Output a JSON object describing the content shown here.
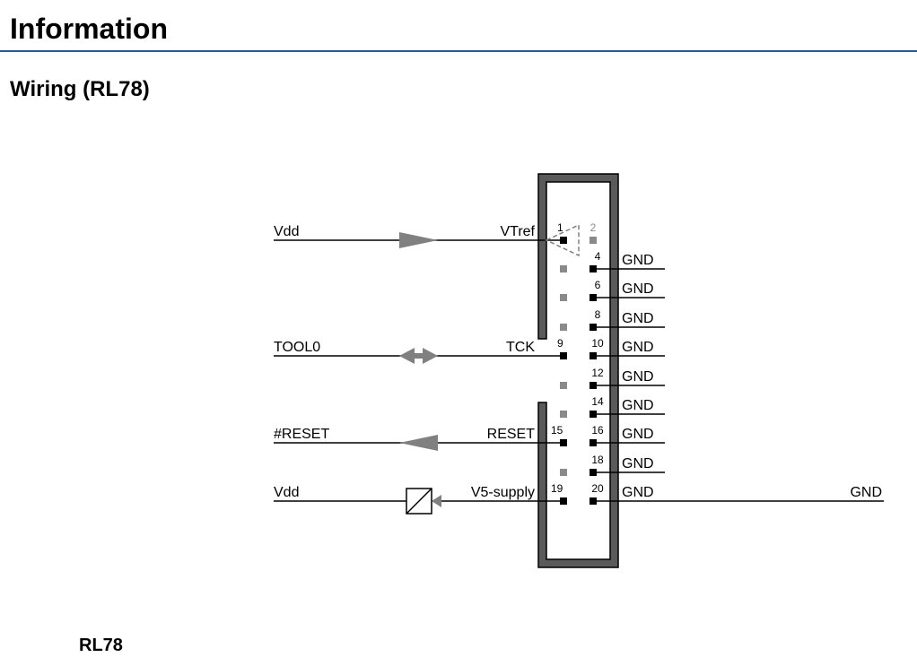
{
  "header": {
    "title": "Information"
  },
  "section": {
    "heading": "Wiring (RL78)"
  },
  "diagram": {
    "left_signals": [
      {
        "net": "Vdd",
        "pin_label": "VTref",
        "pin": "1",
        "direction": "arrow-right"
      },
      {
        "net": "TOOL0",
        "pin_label": "TCK",
        "pin": "9",
        "direction": "arrow-bidirectional"
      },
      {
        "net": "#RESET",
        "pin_label": "RESET",
        "pin": "15",
        "direction": "arrow-left"
      },
      {
        "net": "Vdd",
        "pin_label": "V5-supply",
        "pin": "19",
        "direction": "supply-box"
      }
    ],
    "unused_pin_number": "2",
    "gnd_pins": [
      {
        "pin": "4",
        "label": "GND"
      },
      {
        "pin": "6",
        "label": "GND"
      },
      {
        "pin": "8",
        "label": "GND"
      },
      {
        "pin": "10",
        "label": "GND"
      },
      {
        "pin": "12",
        "label": "GND"
      },
      {
        "pin": "14",
        "label": "GND"
      },
      {
        "pin": "16",
        "label": "GND"
      },
      {
        "pin": "18",
        "label": "GND"
      },
      {
        "pin": "20",
        "label": "GND"
      }
    ],
    "far_right_label": "GND",
    "colors": {
      "line": "#000000",
      "arrow": "#808080",
      "connector_fill": "#5a5a5a",
      "unused_pin": "#8a8a8a"
    }
  },
  "footer": {
    "label": "RL78"
  }
}
